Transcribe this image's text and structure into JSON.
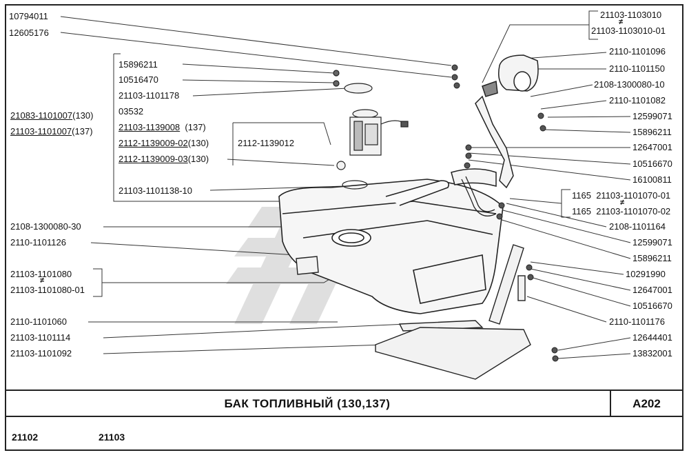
{
  "title": "БАК ТОПЛИВНЫЙ (130,137)",
  "page_code": "A202",
  "models": [
    "21102",
    "21103"
  ],
  "labels": {
    "l1": "10794011",
    "l2": "12605176",
    "l3": "15896211",
    "l4": "10516470",
    "l5": "21103-1101178",
    "l6": "03532",
    "l7a": "21083-1101007",
    "l7b": "(130)",
    "l8a": "21103-1101007",
    "l8b": "(137)",
    "l9a": "21103-1139008",
    "l9b": "(137)",
    "l10a": "2112-1139009-02",
    "l10b": "(130)",
    "l11a": "2112-1139009-03",
    "l11b": "(130)",
    "l12": "2112-1139012",
    "l13": "21103-1101138-10",
    "l14": "2108-1300080-30",
    "l15": "2110-1101126",
    "l16": "21103-1101080",
    "l17": "21103-1101080-01",
    "l18": "2110-1101060",
    "l19": "21103-1101114",
    "l20": "21103-1101092",
    "r1": "21103-1103010",
    "r2": "21103-1103010-01",
    "r3": "2110-1101096",
    "r4": "2110-1101150",
    "r5": "2108-1300080-10",
    "r6": "2110-1101082",
    "r7": "12599071",
    "r8": "15896211",
    "r9": "12647001",
    "r10": "10516670",
    "r11": "16100811",
    "r12a": "1165",
    "r12b": "21103-1101070-01",
    "r13a": "1165",
    "r13b": "21103-1101070-02",
    "r14": "2108-1101164",
    "r15": "12599071",
    "r16": "15896211",
    "r17": "10291990",
    "r18": "12647001",
    "r19": "10516670",
    "r20": "2110-1101176",
    "r21": "12644401",
    "r22": "13832001",
    "neq_symbol": "≠"
  }
}
